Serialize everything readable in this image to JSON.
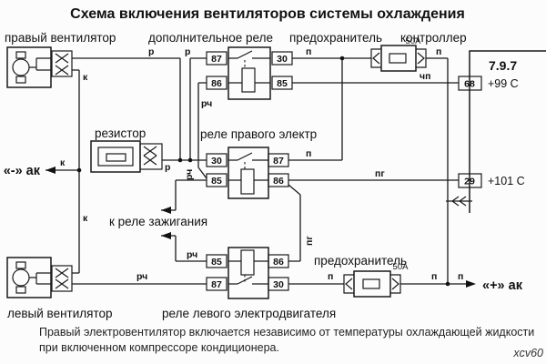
{
  "title": "Схема включения вентиляторов системы охлаждения",
  "labels": {
    "right_fan": "правый вентилятор",
    "additional_relay": "дополнительное реле",
    "fuse_top": "предохранитель",
    "controller": "контроллер",
    "resistor": "резистор",
    "right_relay": "реле правого электр",
    "ignition": "к реле зажигания",
    "left_fan": "левый вентилятор",
    "left_relay": "реле левого электродвигателя",
    "fuse_bottom": "предохранитель"
  },
  "controller": {
    "model": "7.9.7",
    "pin_top": "68",
    "pin_top_note": "+99 C",
    "pin_bottom": "29",
    "pin_bottom_note": "+101 C"
  },
  "fuses": {
    "top_rating": "50А",
    "bottom_rating": "50А"
  },
  "battery": {
    "minus": "«-» ак",
    "plus": "«+» ак"
  },
  "wires": {
    "p": "п",
    "r": "р",
    "k": "к",
    "rch": "рч",
    "pg": "пг",
    "chp": "чп"
  },
  "pins": {
    "p30": "30",
    "p85": "85",
    "p86": "86",
    "p87": "87"
  },
  "note_line1": "Правый электровентилятор включается независимо от температуры охлаждающей жидкости",
  "note_line2": "при включенном компрессоре кондиционера.",
  "watermark": "xcv60"
}
